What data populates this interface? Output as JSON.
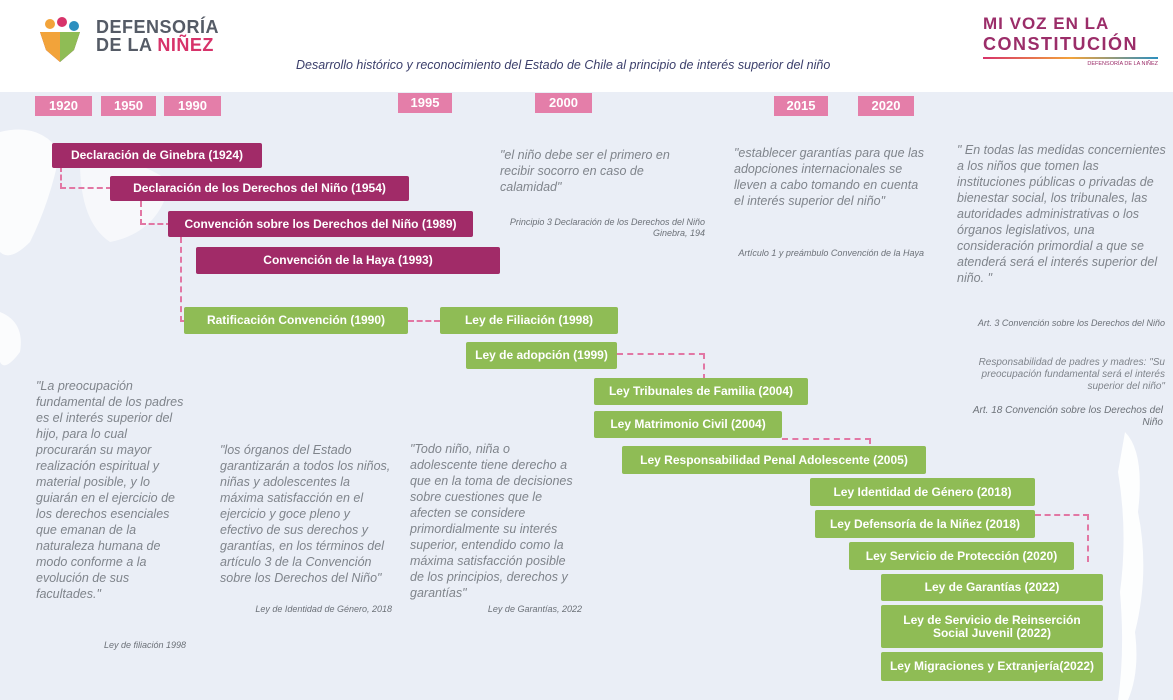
{
  "header": {
    "left_logo_line1": "DEFENSORÍA",
    "left_logo_line2_a": "DE LA ",
    "left_logo_line2_b": "NIÑEZ",
    "subtitle": "Desarrollo histórico y reconocimiento del Estado de Chile al principio de interés superior del niño",
    "right_logo_line1": "MI VOZ EN LA",
    "right_logo_line2": "CONSTITUCIÓN",
    "right_logo_line3": "DEFENSORÍA DE LA NIÑEZ"
  },
  "years": [
    "1920",
    "1950",
    "1990",
    "1995",
    "2000",
    "2015",
    "2020"
  ],
  "purple_items": [
    "Declaración de Ginebra (1924)",
    "Declaración de los Derechos del Niño (1954)",
    "Convención sobre los Derechos del Niño (1989)",
    "Convención de la Haya (1993)"
  ],
  "green_items": [
    "Ratificación Convención (1990)",
    "Ley de Filiación (1998)",
    "Ley de adopción (1999)",
    "Ley Tribunales de Familia (2004)",
    "Ley Matrimonio Civil (2004)",
    "Ley Responsabilidad Penal Adolescente (2005)",
    "Ley Identidad de Género (2018)",
    "Ley Defensoría de la Niñez (2018)",
    "Ley Servicio de Protección (2020)",
    "Ley de Garantías (2022)",
    "Ley de Servicio de Reinserción Social Juvenil (2022)",
    "Ley Migraciones y Extranjería(2022)"
  ],
  "quotes": {
    "q1": "\"el niño debe ser el primero en recibir socorro en caso de calamidad\"",
    "c1": "Principio 3 Declaración de los Derechos del Niño Ginebra, 194",
    "q2": "\"establecer garantías para que las adopciones internacionales se lleven a cabo tomando en cuenta el interés superior del niño\"",
    "c2": "Artículo 1 y preámbulo Convención de la Haya",
    "q3": "\" En todas las medidas concernientes a los niños que tomen las instituciones públicas o privadas de bienestar social, los tribunales, las autoridades administrativas o los órganos legislativos, una consideración primordial a que se atenderá será el interés superior del niño. \"",
    "c3": "Art. 3 Convención sobre los Derechos del Niño",
    "q4": "Responsabilidad de padres y madres: \"Su preocupación fundamental será el interés superior del niño\"",
    "c4": "Art. 18 Convención sobre los Derechos del Niño",
    "q5": "\"La preocupación fundamental de los padres es el interés superior del hijo, para lo cual procurarán su mayor realización espiritual y material posible, y lo guiarán en el ejercicio de los derechos esenciales que emanan de la naturaleza humana de modo conforme a la evolución de sus facultades.\"",
    "c5": "Ley de filiación 1998",
    "q6": "\"los órganos del Estado garantizarán a todos los niños, niñas y adolescentes la máxima satisfacción en el ejercicio y goce pleno y efectivo de sus derechos y garantías, en los términos del artículo 3 de la Convención sobre los Derechos del Niño\"",
    "c6": "Ley de Identidad de Género, 2018",
    "q7": "\"Todo niño, niña o adolescente tiene derecho a que en la toma de decisiones sobre cuestiones que le afecten se considere primordialmente su interés superior, entendido como la máxima satisfacción posible de los principios, derechos y garantías\"",
    "c7": "Ley de Garantías, 2022"
  },
  "colors": {
    "purple": "#a12b68",
    "green": "#8fbc55",
    "pink": "#e47ea9",
    "band": "#eaeef6"
  }
}
